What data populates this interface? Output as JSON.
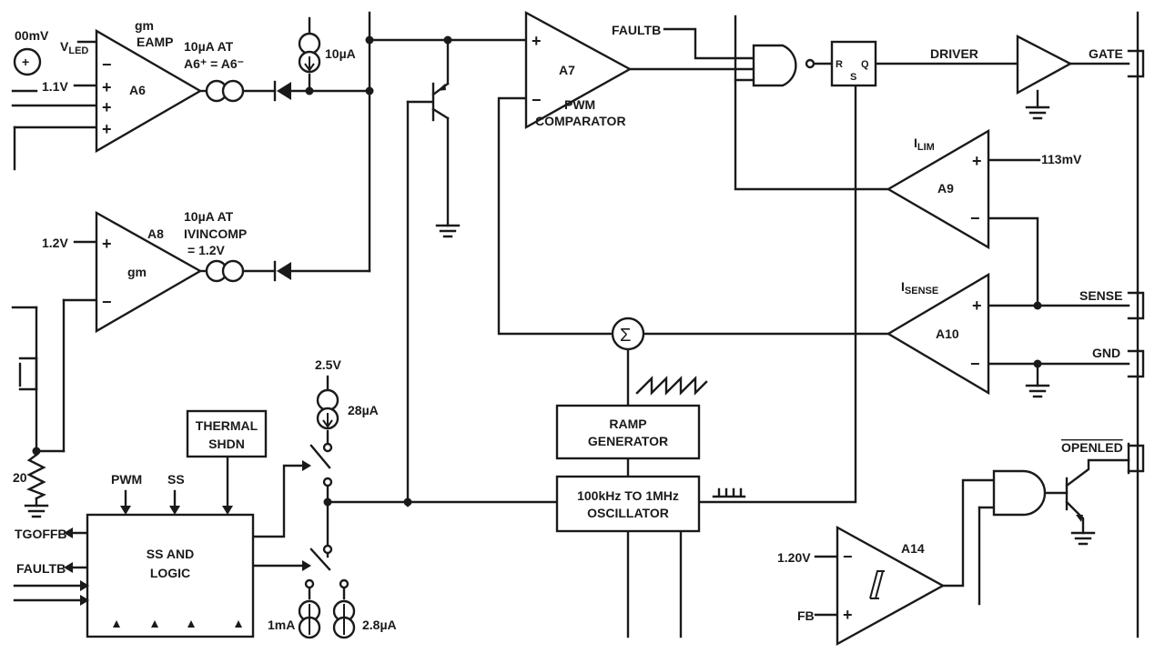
{
  "labels": {
    "v_100mv": "00mV",
    "vled": "V",
    "vled_sub": "LED",
    "v_1_1": "1.1V",
    "a6_gm": "gm",
    "a6_eamp": "EAMP",
    "a6": "A6",
    "src_a6_1": "10µA AT",
    "src_a6_2": "A6⁺ = A6⁻",
    "src_10ua": "10µA",
    "v_1_2": "1.2V",
    "a8": "A8",
    "a8_gm": "gm",
    "src_a8_1": "10µA AT",
    "src_a8_2": "IVINCOMP",
    "src_a8_3": "= 1.2V",
    "faultb_top": "FAULTB",
    "a7": "A7",
    "pwm_comp_1": "PWM",
    "pwm_comp_2": "COMPARATOR",
    "rs_r": "R",
    "rs_s": "S",
    "rs_q": "Q",
    "driver": "DRIVER",
    "gate": "GATE",
    "ilim": "I",
    "ilim_sub": "LIM",
    "a9": "A9",
    "v_113": "113mV",
    "isense": "I",
    "isense_sub": "SENSE",
    "a10": "A10",
    "sense": "SENSE",
    "gnd": "GND",
    "sigma": "Σ",
    "v_2_5": "2.5V",
    "src_28ua": "28µA",
    "thermal_1": "THERMAL",
    "thermal_2": "SHDN",
    "pwm": "PWM",
    "ss": "SS",
    "ss_logic_1": "SS AND",
    "ss_logic_2": "LOGIC",
    "tgoffb": "TGOFFB",
    "faultb_left": "FAULTB",
    "res_20": "20",
    "src_1ma": "1mA",
    "src_2_8ua": "2.8µA",
    "ramp_1": "RAMP",
    "ramp_2": "GENERATOR",
    "osc_1": "100kHz TO 1MHz",
    "osc_2": "OSCILLATOR",
    "openled": "OPENLED",
    "v_1_20": "1.20V",
    "fb": "FB",
    "a14": "A14",
    "plus": "+",
    "minus": "−"
  }
}
